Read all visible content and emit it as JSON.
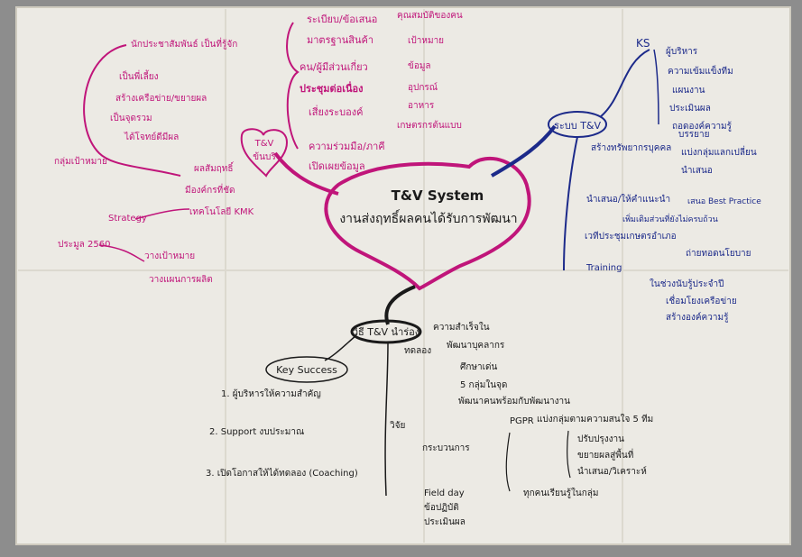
{
  "center": {
    "title": "T&V System",
    "subtitle": "งานส่งฤทธิ์ผลคนได้รับการพัฒนา"
  },
  "top_left_heart": {
    "label_line1": "T&V",
    "label_line2": "ข้นบริ"
  },
  "key_success": {
    "label": "Key Success",
    "items": [
      "1. ผู้บริหารให้ความสำคัญ",
      "2. Support งบประมาณ",
      "3. เปิดโอกาสให้ได้ทดลอง (Coaching)"
    ]
  },
  "bottom_oval": {
    "label": "วิธี T&V นำร่อง"
  },
  "top_center_list": [
    "ระเบียบ/ข้อเสนอ",
    "มาตรฐานสินค้า",
    "คน/ผู้มีส่วนเกี่ยว",
    "ประชุมต่อเนื่อง",
    "เสี่ยงระบองค์",
    "ความร่วมมือ/ภาคี",
    "เปิดเผยข้อมูล"
  ],
  "top_right_list": [
    "คุณสมบัติของคน",
    "เป้าหมาย",
    "ข้อมูล",
    "อุปกรณ์",
    "อาหาร",
    "เกษตรกรต้นแบบ"
  ],
  "left_list": [
    "นักประชาสัมพันธ์ เป็นที่รู้จัก",
    "เป็นพี่เลี้ยง",
    "สร้างเครือข่าย/ขยายผล",
    "เป็นจุดรวม",
    "ได้โจทย์ดีมีผล",
    "กลุ่มเป้าหมาย"
  ],
  "left_mid": [
    "ผลสัมฤทธิ์",
    "มีองค์กรที่ชัด",
    "เทคโนโลยี KMK",
    "Strategy",
    "ประมูล 2560",
    "วางเป้าหมาย",
    "วางแผนการผลิต"
  ],
  "right_header": "KS",
  "right_ks": [
    "ผู้บริหาร",
    "ความเข้มแข็งทีม",
    "แผนงาน",
    "ประเมินผล",
    "ถอดองค์ความรู้"
  ],
  "right_tv": "ระบบ T&V",
  "right_mid": [
    "สร้างทรัพยากรบุคคล",
    "บรรยาย",
    "แบ่งกลุ่มแลกเปลี่ยน",
    "นำเสนอ",
    "นำเสนอ/ให้คำแนะนำ",
    "เสนอ Best Practice",
    "เพิ่มเติมส่วนที่ยังไม่ครบถ้วน",
    "เวทีประชุมเกษตรอำเภอ",
    "ถ่ายทอดนโยบาย",
    "Training",
    "ในช่วงนับรู้ประจำปี",
    "เชื่อมโยงเครือข่าย",
    "สร้างองค์ความรู้"
  ],
  "bottom_list": [
    "ความสำเร็จใน",
    "ทดลอง",
    "พัฒนาบุคลากร",
    "ศึกษาเด่น",
    "5 กลุ่มในจุด",
    "พัฒนาคนพร้อมกับพัฒนางาน",
    "PGPR",
    "แบ่งกลุ่มตามความสนใจ 5 ทีม",
    "ปรับปรุงงาน",
    "ขยายผลสู่พื้นที่",
    "นำเสนอ/วิเคราะห์",
    "ทุกคนเรียนรู้ในกลุ่ม",
    "Field day",
    "ข้อปฏิบัติ",
    "ประเมินผล",
    "วิจัย",
    "กระบวนการ"
  ],
  "colors": {
    "paper": "#eceae4",
    "magenta": "#c0157a",
    "navy": "#1c2a8a",
    "black": "#1a1a1a"
  }
}
